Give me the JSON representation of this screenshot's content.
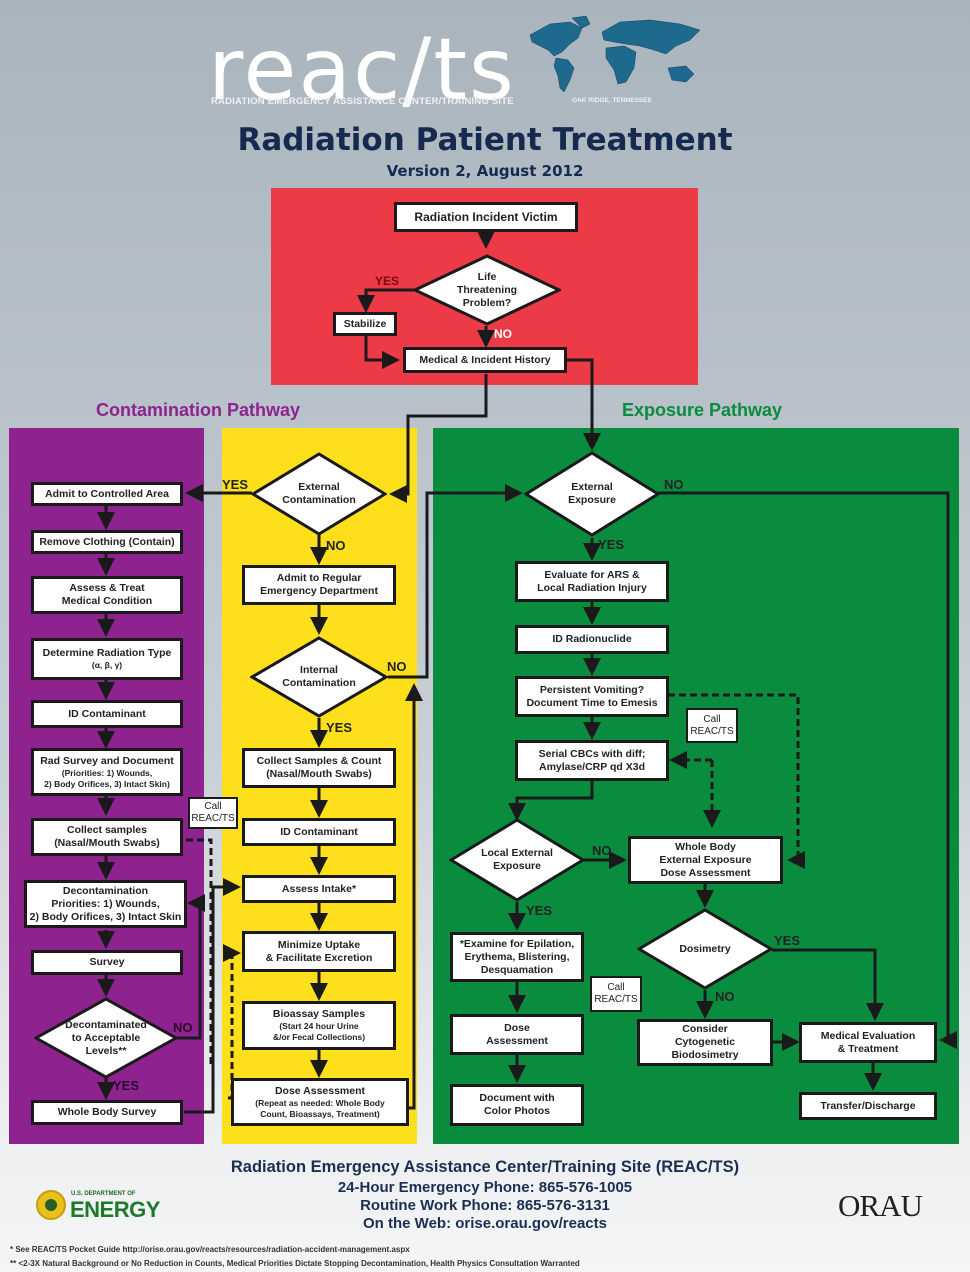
{
  "header": {
    "logo_text": "reac/ts",
    "logo_subtitle": "RADIATION EMERGENCY ASSISTANCE CENTER/TRAINING SITE",
    "logo_location": "OAK RIDGE, TENNESSEE",
    "world_map_icon": "world-map-icon",
    "title": "Radiation Patient Treatment",
    "version": "Version 2, August 2012"
  },
  "colors": {
    "initial_panel": "#ec3b46",
    "contamination": "#8e2390",
    "internal": "#fde01b",
    "exposure": "#0a8c3f",
    "title": "#152a4e"
  },
  "initial": {
    "victim": "Radiation Incident Victim",
    "life_threatening": [
      "Life",
      "Threatening",
      "Problem?"
    ],
    "yes": "YES",
    "no": "NO",
    "stabilize": "Stabilize",
    "history": "Medical & Incident History"
  },
  "pathways": {
    "contamination": "Contamination Pathway",
    "exposure": "Exposure Pathway"
  },
  "contamination": {
    "admit": "Admit to Controlled Area",
    "remove_clothing": "Remove Clothing (Contain)",
    "assess_treat": [
      "Assess & Treat",
      "Medical Condition"
    ],
    "radiation_type": "Determine Radiation Type",
    "radiation_type_sub": "(α, β, γ)",
    "id_contaminant": "ID Contaminant",
    "rad_survey": "Rad Survey and Document",
    "rad_survey_sub1": "(Priorities: 1) Wounds,",
    "rad_survey_sub2": "2) Body Orifices, 3) Intact Skin)",
    "collect_samples": [
      "Collect samples",
      "(Nasal/Mouth Swabs)"
    ],
    "call": [
      "Call",
      "REAC/TS"
    ],
    "decon": [
      "Decontamination",
      "Priorities: 1) Wounds,",
      "2) Body Orifices, 3) Intact Skin"
    ],
    "survey": "Survey",
    "decontaminated": [
      "Decontaminated",
      "to Acceptable",
      "Levels**"
    ],
    "no": "NO",
    "yes": "YES",
    "whole_body_survey": "Whole Body Survey"
  },
  "internal": {
    "external_contamination": [
      "External",
      "Contamination"
    ],
    "yes": "YES",
    "no": "NO",
    "admit_regular": [
      "Admit to Regular",
      "Emergency Department"
    ],
    "internal_contamination": [
      "Internal",
      "Contamination"
    ],
    "no2": "NO",
    "yes2": "YES",
    "collect_count": [
      "Collect Samples & Count",
      "(Nasal/Mouth Swabs)"
    ],
    "id_contaminant": "ID Contaminant",
    "assess_intake": "Assess Intake*",
    "minimize": [
      "Minimize Uptake",
      "& Facilitate Excretion"
    ],
    "bioassay": "Bioassay Samples",
    "bioassay_sub": [
      "(Start 24 hour Urine",
      "&/or Fecal Collections)"
    ],
    "dose_assessment": "Dose Assessment",
    "dose_assessment_sub": [
      "(Repeat as needed: Whole Body",
      "Count, Bioassays, Treatment)"
    ]
  },
  "exposure": {
    "external_exposure": [
      "External",
      "Exposure"
    ],
    "no": "NO",
    "yes": "YES",
    "evaluate_ars": [
      "Evaluate for ARS &",
      "Local Radiation Injury"
    ],
    "id_radionuclide": "ID Radionuclide",
    "vomiting": [
      "Persistent Vomiting?",
      "Document Time to Emesis"
    ],
    "call": [
      "Call",
      "REAC/TS"
    ],
    "serial_cbc": [
      "Serial CBCs with diff;",
      "Amylase/CRP qd X3d"
    ],
    "local_external": [
      "Local External",
      "Exposure"
    ],
    "local_no": "NO",
    "local_yes": "YES",
    "whole_body": [
      "Whole Body",
      "External Exposure",
      "Dose Assessment"
    ],
    "examine": [
      "*Examine for Epilation,",
      "Erythema, Blistering,",
      "Desquamation"
    ],
    "call2": [
      "Call",
      "REAC/TS"
    ],
    "dosimetry": "Dosimetry",
    "dosimetry_yes": "YES",
    "dosimetry_no": "NO",
    "dose_assessment": [
      "Dose",
      "Assessment"
    ],
    "cytogenetic": [
      "Consider",
      "Cytogenetic",
      "Biodosimetry"
    ],
    "medical_eval": [
      "Medical Evaluation",
      "& Treatment"
    ],
    "document_photos": [
      "Document with",
      "Color Photos"
    ],
    "transfer": "Transfer/Discharge"
  },
  "footer": {
    "org": "Radiation Emergency Assistance Center/Training Site (REAC/TS)",
    "emergency_phone": "24-Hour Emergency Phone: 865-576-1005",
    "routine_phone": "Routine Work Phone: 865-576-3131",
    "web": "On the Web: orise.orau.gov/reacts",
    "doe_top": "U.S. DEPARTMENT OF",
    "doe_main": "ENERGY",
    "orau": "ORAU",
    "note1": "* See REAC/TS Pocket Guide http://orise.orau.gov/reacts/resources/radiation-accident-management.aspx",
    "note2": "** <2-3X Natural Background or No Reduction in Counts, Medical Priorities Dictate Stopping Decontamination, Health Physics Consultation Warranted"
  }
}
